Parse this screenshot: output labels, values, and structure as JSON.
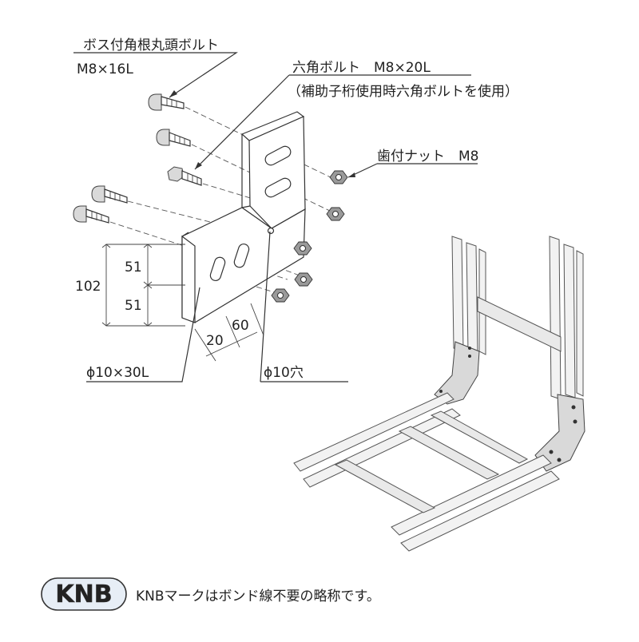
{
  "labels": {
    "round_bolt_name": "ボス付角根丸頭ボルト",
    "round_bolt_size": "M8×16L",
    "hex_bolt_name": "六角ボルト　M8×20L",
    "hex_bolt_note": "（補助子桁使用時六角ボルトを使用）",
    "nut": "歯付ナット　M8",
    "slot_size": "ϕ10×30L",
    "hole_size": "ϕ10穴"
  },
  "dimensions": {
    "total_height": "102",
    "upper_half": "51",
    "lower_half": "51",
    "spacing_a": "20",
    "spacing_b": "60"
  },
  "footer": {
    "badge": "KNB",
    "caption": "KNBマークはボンド線不要の略称です。"
  }
}
